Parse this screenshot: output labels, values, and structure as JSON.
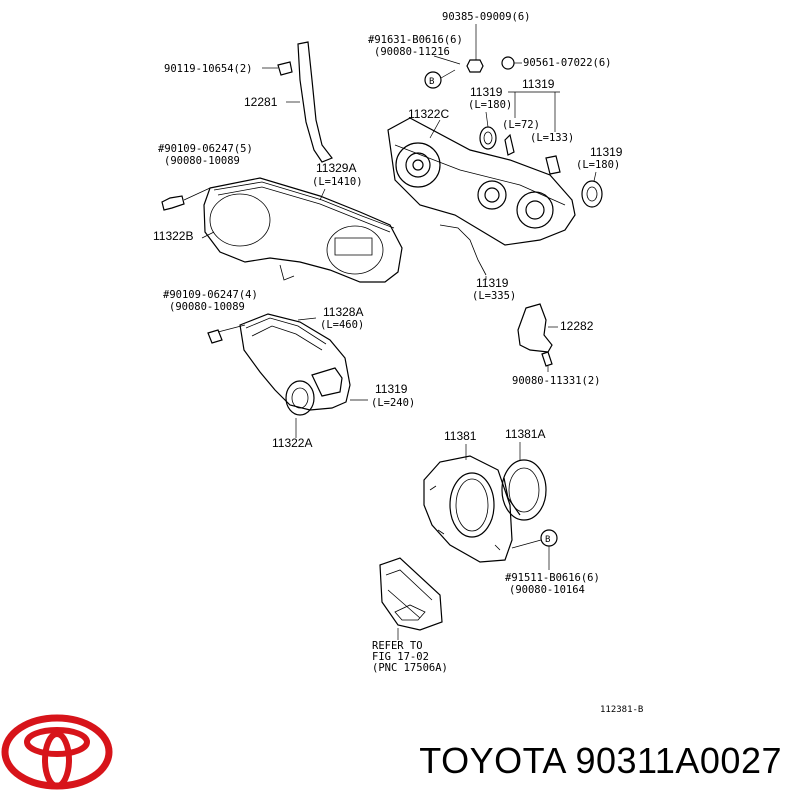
{
  "labels": {
    "l_90385": "90385-09009(6)",
    "l_91631": "#91631-B0616(6)",
    "l_90080_11216": "(90080-11216",
    "l_90119": "90119-10654(2)",
    "l_90561": "90561-07022(6)",
    "l_12281": "12281",
    "l_11319_a": "11319",
    "l_11319_a_len": "(L=180)",
    "l_11319_group": "11319",
    "l_113220": "11322C",
    "l_l72": "(L=72)",
    "l_l133": "(L=133)",
    "l_11319_b": "11319",
    "l_11319_b_len": "(L=180)",
    "l_90109_5": "#90109-06247(5)",
    "l_90080_10089_a": "(90080-10089",
    "l_11329a": "11329A",
    "l_11329a_len": "(L=1410)",
    "l_11322b": "11322B",
    "l_11319_c": "11319",
    "l_11319_c_len": "(L=335)",
    "l_90109_4": "#90109-06247(4)",
    "l_90080_10089_b": "(90080-10089",
    "l_11328a": "11328A",
    "l_11328a_len": "(L=460)",
    "l_12282": "12282",
    "l_90080_11331": "90080-11331(2)",
    "l_11319_d": "11319",
    "l_11319_d_len": "(L=240)",
    "l_11322a": "11322A",
    "l_11381": "11381",
    "l_11381a": "11381A",
    "l_b_marker": "B",
    "l_91511": "#91511-B0616(6)",
    "l_90080_10164": "(90080-10164",
    "l_refer": "REFER TO",
    "l_fig": "FIG 17-02",
    "l_pnc": "(PNC 17506A)",
    "l_code": "112381-B"
  },
  "caption": {
    "brand": "TOYOTA",
    "part_number": "90311A0027"
  },
  "colors": {
    "logo": "#d7141a",
    "ink": "#000000"
  }
}
